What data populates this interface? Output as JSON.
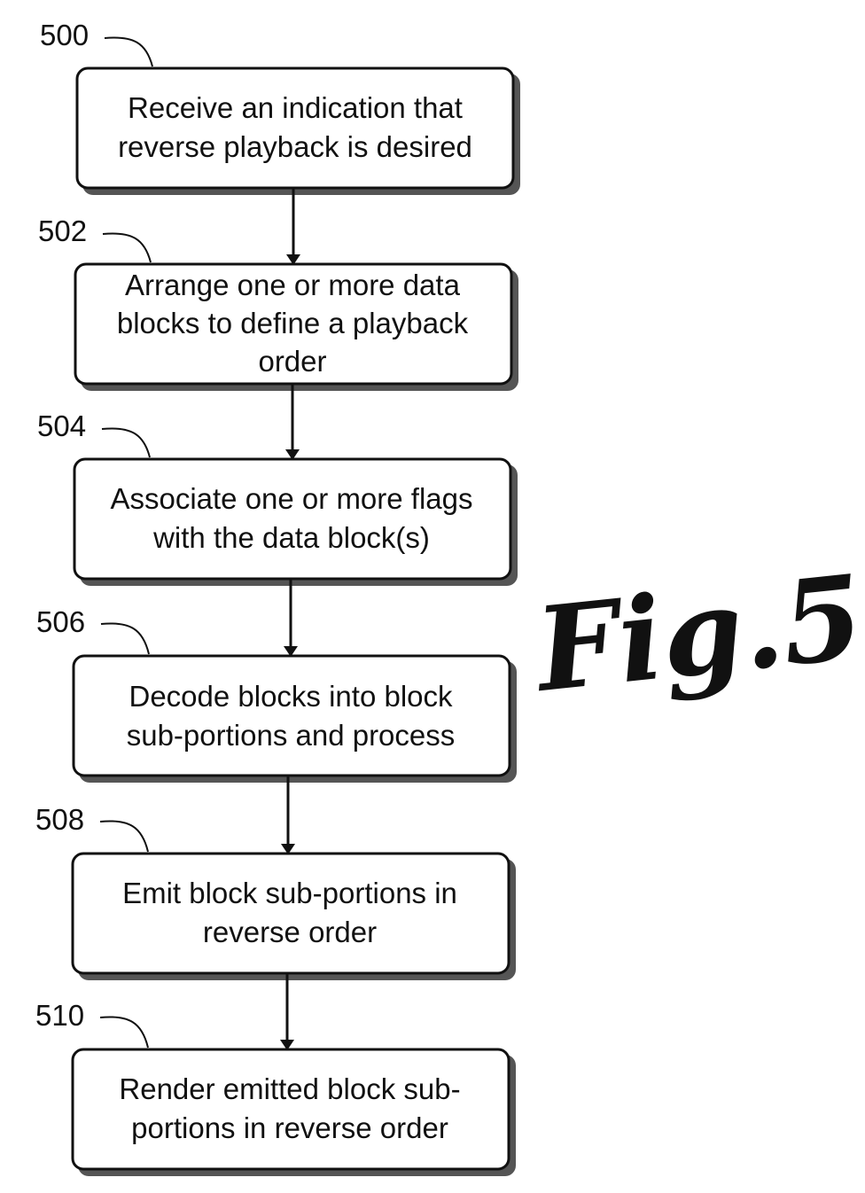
{
  "figure_label": "Fig.5",
  "steps": [
    {
      "ref": "500",
      "lines": [
        "Receive an indication that",
        "reverse playback is desired"
      ]
    },
    {
      "ref": "502",
      "lines": [
        "Arrange one or more data",
        "blocks to define a playback",
        "order"
      ]
    },
    {
      "ref": "504",
      "lines": [
        "Associate one or more flags",
        "with the data block(s)"
      ]
    },
    {
      "ref": "506",
      "lines": [
        "Decode blocks into block",
        "sub-portions and process"
      ]
    },
    {
      "ref": "508",
      "lines": [
        "Emit block sub-portions in",
        "reverse order"
      ]
    },
    {
      "ref": "510",
      "lines": [
        "Render emitted block sub-",
        "portions in reverse order"
      ]
    }
  ]
}
